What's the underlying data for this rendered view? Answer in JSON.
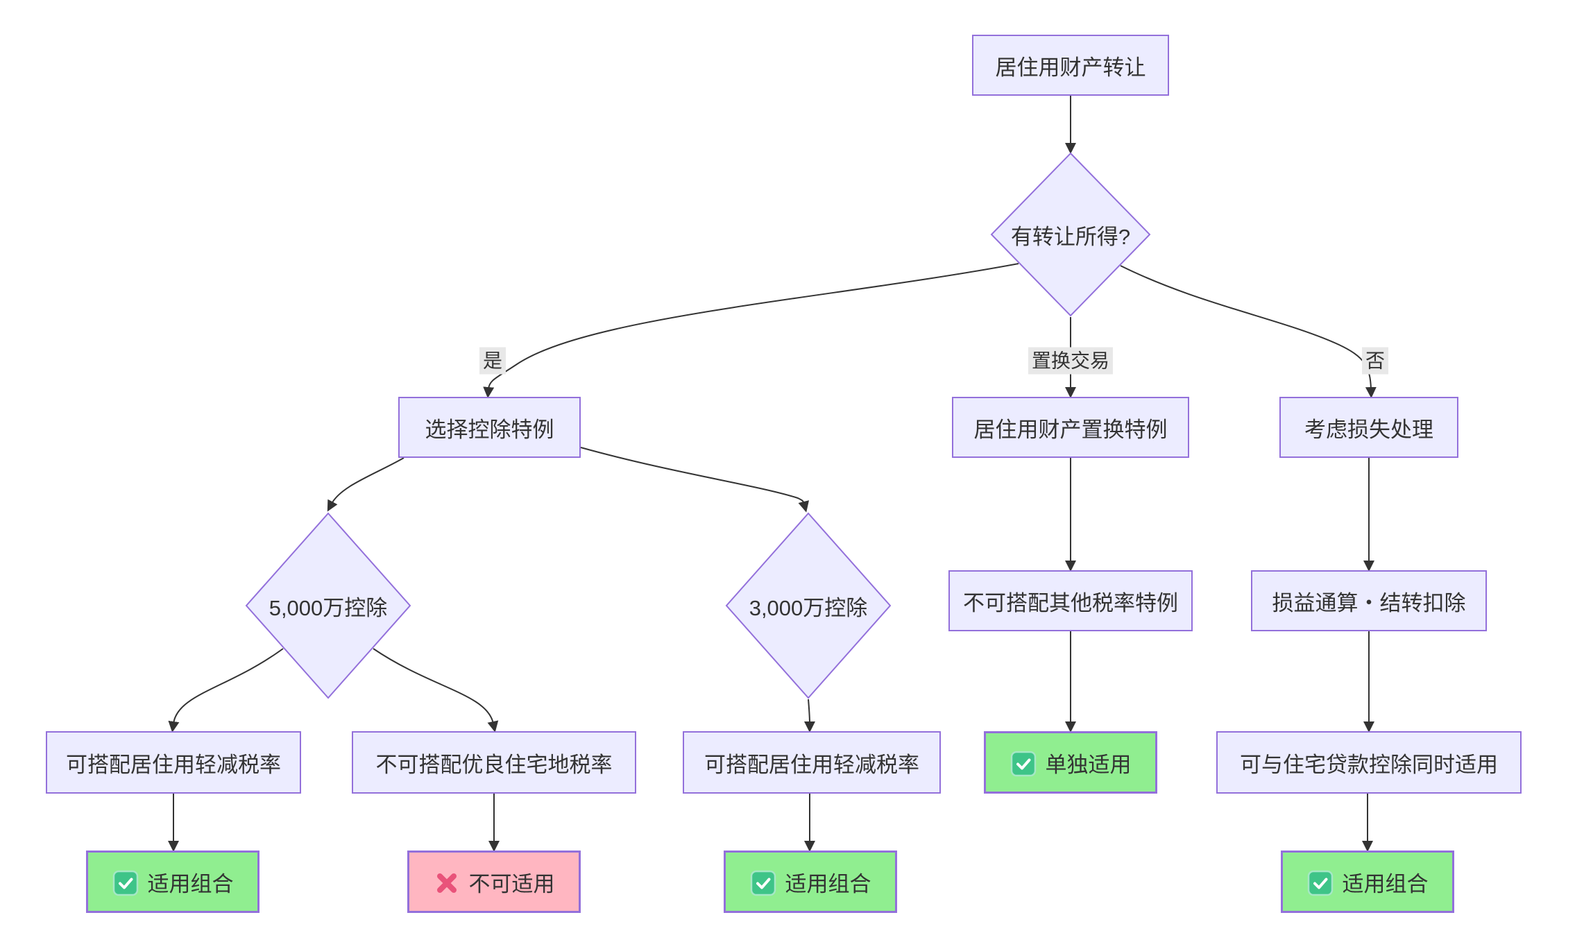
{
  "diagram": {
    "type": "flowchart",
    "direction": "top-down",
    "colors": {
      "node_fill": "#ECECFF",
      "node_border": "#9370DB",
      "success_fill": "#90EE90",
      "fail_fill": "#FFB6C1",
      "edge": "#333333",
      "edge_label_bg": "#e8e8e8",
      "text": "#333333",
      "check_icon": "#3ec488",
      "cross_icon": "#e9537a"
    },
    "nodes": [
      {
        "id": "start",
        "shape": "rect",
        "label": "居住用财产转让"
      },
      {
        "id": "income",
        "shape": "diamond",
        "label": "有转让所得?"
      },
      {
        "id": "choose",
        "shape": "rect",
        "label": "选择控除特例"
      },
      {
        "id": "swap",
        "shape": "rect",
        "label": "居住用财产置换特例"
      },
      {
        "id": "loss",
        "shape": "rect",
        "label": "考虑损失处理"
      },
      {
        "id": "d5000",
        "shape": "diamond",
        "label": "5,000万控除"
      },
      {
        "id": "d3000",
        "shape": "diamond",
        "label": "3,000万控除"
      },
      {
        "id": "mid1",
        "shape": "rect",
        "label": "不可搭配其他税率特例"
      },
      {
        "id": "losscalc",
        "shape": "rect",
        "label": "损益通算・结转扣除"
      },
      {
        "id": "c1",
        "shape": "rect",
        "label": "可搭配居住用轻减税率"
      },
      {
        "id": "c2",
        "shape": "rect",
        "label": "不可搭配优良住宅地税率"
      },
      {
        "id": "c3",
        "shape": "rect",
        "label": "可搭配居住用轻减税率"
      },
      {
        "id": "alone",
        "shape": "rect",
        "label": "单独适用",
        "status": "ok",
        "icon": "check-icon"
      },
      {
        "id": "c5",
        "shape": "rect",
        "label": "可与住宅贷款控除同时适用"
      },
      {
        "id": "r1",
        "shape": "rect",
        "label": "适用组合",
        "status": "ok",
        "icon": "check-icon"
      },
      {
        "id": "r2",
        "shape": "rect",
        "label": "不可适用",
        "status": "fail",
        "icon": "cross-icon"
      },
      {
        "id": "r3",
        "shape": "rect",
        "label": "适用组合",
        "status": "ok",
        "icon": "check-icon"
      },
      {
        "id": "r5",
        "shape": "rect",
        "label": "适用组合",
        "status": "ok",
        "icon": "check-icon"
      }
    ],
    "edges": [
      {
        "from": "start",
        "to": "income",
        "label": ""
      },
      {
        "from": "income",
        "to": "choose",
        "label": "是"
      },
      {
        "from": "income",
        "to": "swap",
        "label": "置换交易"
      },
      {
        "from": "income",
        "to": "loss",
        "label": "否"
      },
      {
        "from": "choose",
        "to": "d5000",
        "label": ""
      },
      {
        "from": "choose",
        "to": "d3000",
        "label": ""
      },
      {
        "from": "d5000",
        "to": "c1",
        "label": ""
      },
      {
        "from": "d5000",
        "to": "c2",
        "label": ""
      },
      {
        "from": "d3000",
        "to": "c3",
        "label": ""
      },
      {
        "from": "swap",
        "to": "mid1",
        "label": ""
      },
      {
        "from": "mid1",
        "to": "alone",
        "label": ""
      },
      {
        "from": "loss",
        "to": "losscalc",
        "label": ""
      },
      {
        "from": "losscalc",
        "to": "c5",
        "label": ""
      },
      {
        "from": "c1",
        "to": "r1",
        "label": ""
      },
      {
        "from": "c2",
        "to": "r2",
        "label": ""
      },
      {
        "from": "c3",
        "to": "r3",
        "label": ""
      },
      {
        "from": "c5",
        "to": "r5",
        "label": ""
      }
    ]
  }
}
